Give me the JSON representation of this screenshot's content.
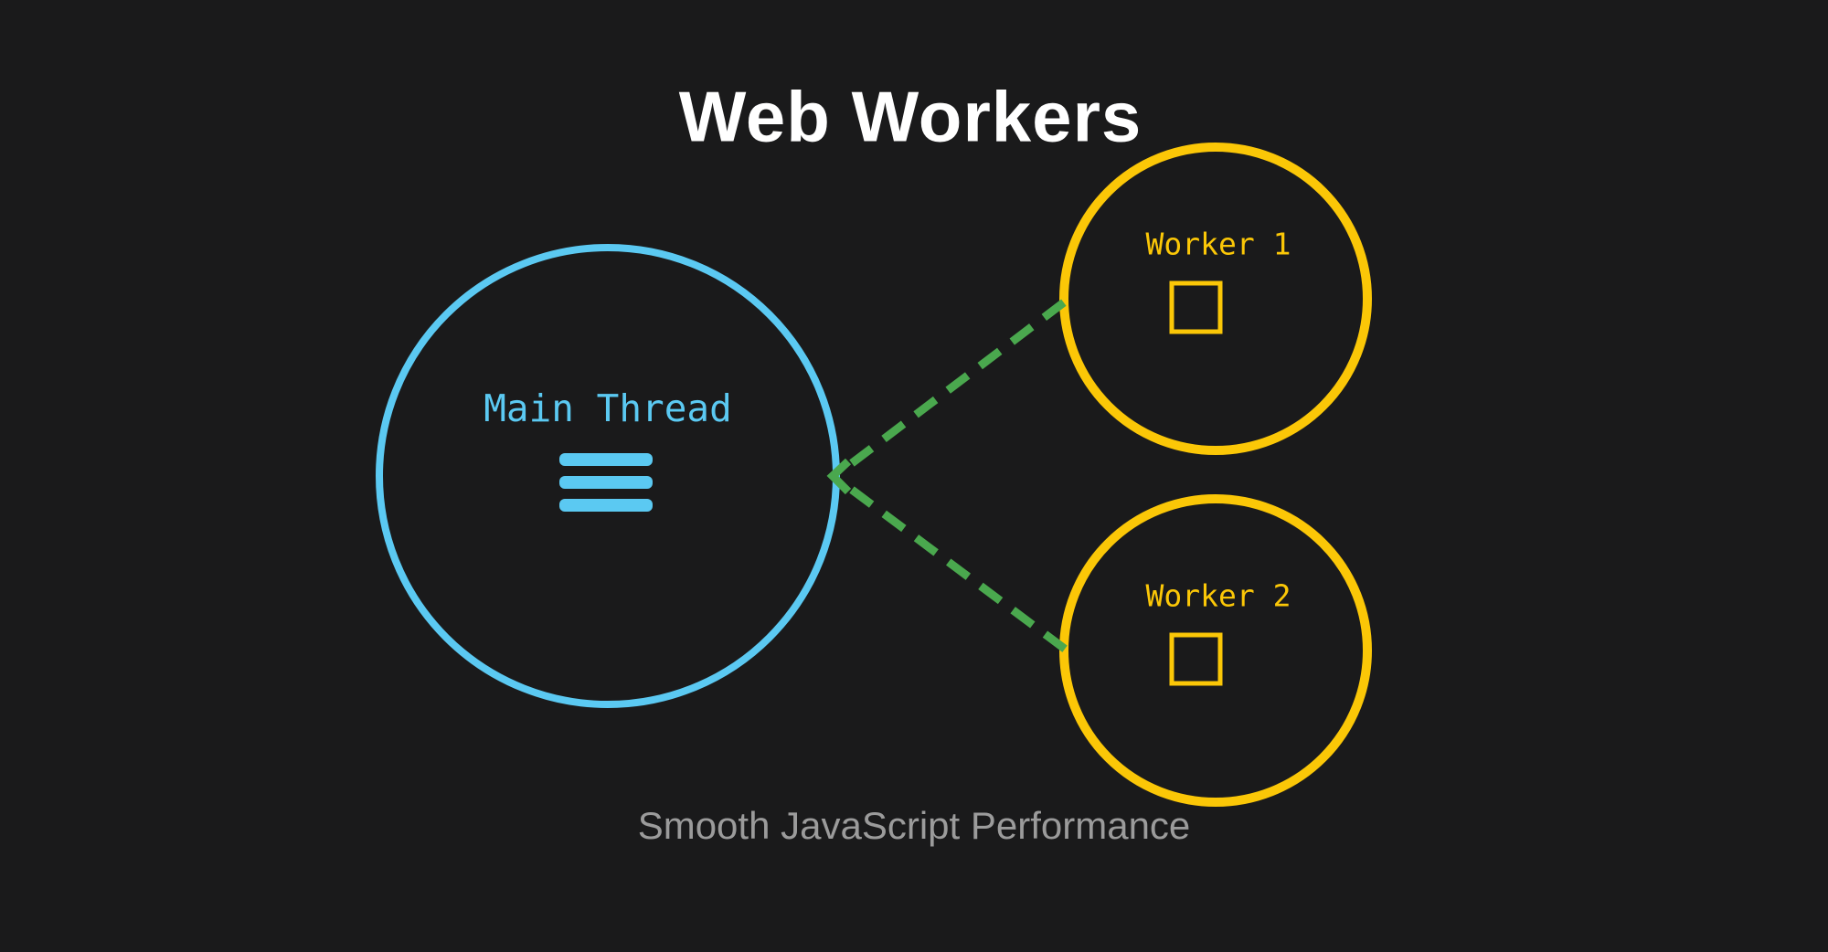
{
  "title": "Web Workers",
  "caption": "Smooth JavaScript Performance",
  "main_thread": {
    "label": "Main Thread",
    "icon": "task-lines-icon"
  },
  "workers": [
    {
      "label": "Worker 1",
      "icon": "task-square-icon"
    },
    {
      "label": "Worker 2",
      "icon": "task-square-icon"
    }
  ],
  "links": {
    "style": "dashed",
    "arrow_direction": "toward-main-thread",
    "icon": "arrowhead-icon"
  },
  "colors": {
    "bg": "#1a1a1b",
    "title": "#ffffff",
    "blue": "#5bc9f2",
    "yellow": "#fbc707",
    "green": "#4aa84e",
    "gray": "#9b9b9b"
  }
}
